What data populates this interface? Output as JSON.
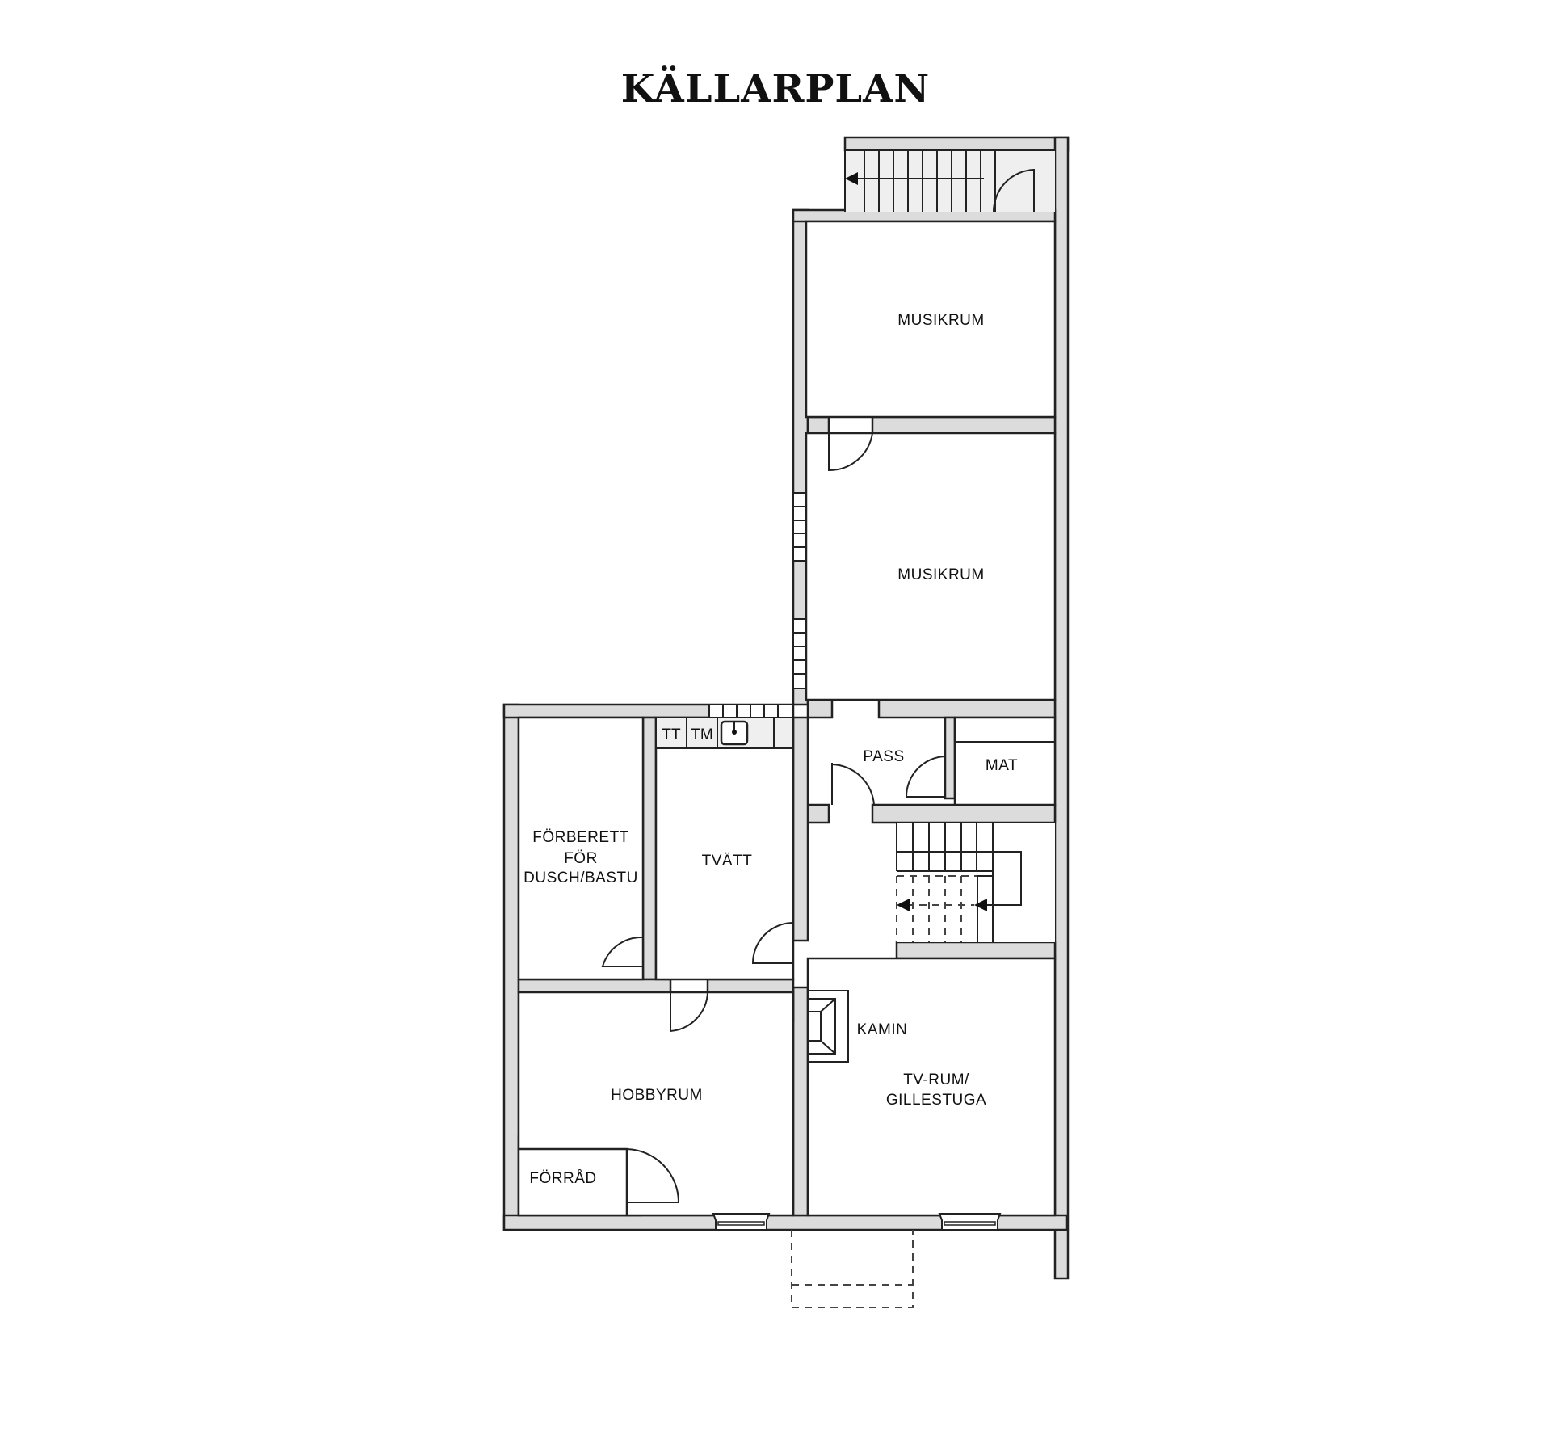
{
  "title": "KÄLLARPLAN",
  "rooms": {
    "musikrum_1": "MUSIKRUM",
    "musikrum_2": "MUSIKRUM",
    "pass": "PASS",
    "mat": "MAT",
    "tvatt": "TVÄTT",
    "dusch_line1": "FÖRBERETT",
    "dusch_line2": "FÖR",
    "dusch_line3": "DUSCH/BASTU",
    "hobbyrum": "HOBBYRUM",
    "forrad": "FÖRRÅD",
    "kamin": "KAMIN",
    "tv_line1": "TV-RUM/",
    "tv_line2": "GILLESTUGA"
  },
  "appliances": {
    "tt": "TT",
    "tm": "TM"
  },
  "colors": {
    "wall_fill": "#dcdcdc",
    "line": "#222222",
    "background": "#ffffff"
  }
}
